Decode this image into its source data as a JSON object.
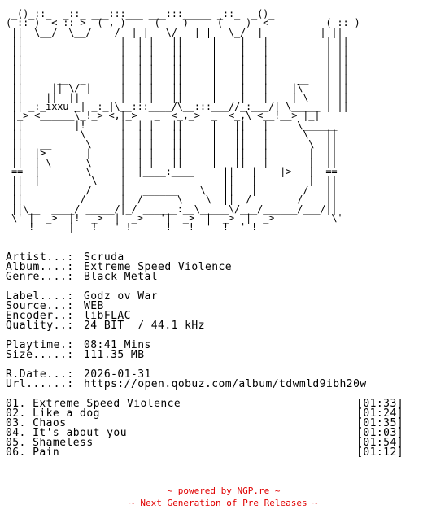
{
  "art_lines": [
    " _()_::_  _::_ ___:::___ ___:::_____ _::_  _()_",
    "(_::_)  <_::_>  (_,_)  _  (_  _)  _  (_  _)  <__________(_::_)",
    " ||  \\__/  \\__/    /  | |   \\/   | |   \\_/  |          | ||",
    " ||                 |  | |   ||   | |    |   |          | ||",
    " ||                 |  | |   ||   | |    |   |          | ||",
    " ||                 |  | |   ||   | |    |   |          | ||",
    " ||                 |  | |   ||   | |    |   |          | ||",
    " ||      __  _      |  | |   ||   | |    |   |     __   | ||",
    " ||     || \\/ |     |  | |   ||   | |    |   |    |\\    | ||",
    " ||    ||  ||       |  | |   ||   | |    |   |    | \\   | ||",
    " || _:_ixxu _| _:_|\\__:::____/\\__:::___//_:___/| \\_____ | ||",
    " |_> <______\\_!_> <,|_>   _  <_,_>  _  <_,\\ <__!__> |_|",
    " ||         |!      |  | |   ||   | |   ||   |     \\______",
    " ||          \\      |  | |   ||   | |   ||   |      \\   ||",
    " ||   __      \\     |  | |   ||   | |   ||   |       \\  ||",
    " ||  |>       |     |  | |   ||   | |   ||   |       |  ||",
    " ||  | \\_____ \\     |  | |   ||   | |   ||   |       |  ||",
    " ==  |        \\     |  |____:____ |   ||   |    |>   |  ==",
    " ||  |         \\    |             |   ||   |         |  ||",
    " ||           /     |   ______    \\   ||   |        /   ||",
    " ||          /      |  /      \\    \\  ||  /        /    ||",
    " ||\\__  ____/ _____/|_/ ______:__\\_____\\/___/______/___/||",
    " \\' |  _>  |!  _>  |  _>   '|  _>  |  _>  |  _>          \\'",
    "    !      |   !   ' !      !   !  '  !  ' !"
  ],
  "info": {
    "artist_key": "Artist...:",
    "artist": "Scruda",
    "album_key": "Album....:",
    "album": "Extreme Speed Violence",
    "genre_key": "Genre....:",
    "genre": "Black Metal",
    "label_key": "Label....:",
    "label": "Godz ov War",
    "source_key": "Source...:",
    "source": "WEB",
    "encoder_key": "Encoder..:",
    "encoder": "libFLAC",
    "quality_key": "Quality..:",
    "quality": "24 BIT  / 44.1 kHz",
    "playtime_key": "Playtime.:",
    "playtime": "08:41 Mins",
    "size_key": "Size.....:",
    "size": "111.35 MB",
    "rdate_key": "R.Date...:",
    "rdate": "2026-01-31",
    "url_key": "Url......:",
    "url": "https://open.qobuz.com/album/tdwmld9ibh20w"
  },
  "tracks": [
    {
      "title": "01. Extreme Speed Violence",
      "duration": "[01:33]"
    },
    {
      "title": "02. Like a dog",
      "duration": "[01:24]"
    },
    {
      "title": "03. Chaos",
      "duration": "[01:35]"
    },
    {
      "title": "04. It's about you",
      "duration": "[01:03]"
    },
    {
      "title": "05. Shameless",
      "duration": "[01:54]"
    },
    {
      "title": "06. Pain",
      "duration": "[01:12]"
    }
  ],
  "footer": {
    "line1": "~ powered by NGP.re ~",
    "line2": "~ Next Generation of Pre Releases ~",
    "color": "#e00000"
  }
}
